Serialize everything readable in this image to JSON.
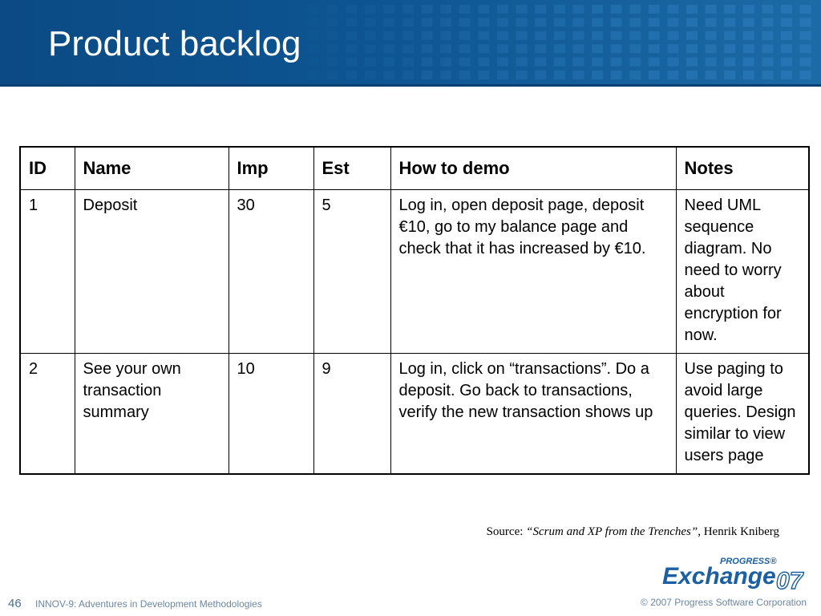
{
  "slide": {
    "title": "Product backlog",
    "colors": {
      "header_blue": "#0d5592",
      "square_blue": "#2a78b8",
      "footer_text": "#6b86a6",
      "logo_blue": "#1c5fa2"
    }
  },
  "table": {
    "headers": [
      "ID",
      "Name",
      "Imp",
      "Est",
      "How to demo",
      "Notes"
    ],
    "rows": [
      {
        "id": "1",
        "name": "Deposit",
        "imp": "30",
        "est": "5",
        "how_to_demo": "Log in, open deposit page, deposit €10, go to my balance page and check that it has increased by €10.",
        "notes": "Need UML sequence diagram. No need to worry about encryption for now."
      },
      {
        "id": "2",
        "name": "See your own transaction summary",
        "imp": "10",
        "est": "9",
        "how_to_demo": "Log in, click on “transactions”. Do a deposit. Go back to transactions, verify the new transaction shows up",
        "notes": "Use paging to avoid large queries. Design similar to view users page"
      }
    ]
  },
  "source": {
    "prefix": "Source: ",
    "book": "“Scrum and XP from the Trenches”",
    "author": ", Henrik Kniberg"
  },
  "logo": {
    "progress": "PROGRESS®",
    "exchange": "Exchange",
    "year": "07"
  },
  "footer": {
    "page_number": "46",
    "session": "INNOV-9: Adventures in Development Methodologies",
    "copyright": "© 2007 Progress Software Corporation"
  }
}
